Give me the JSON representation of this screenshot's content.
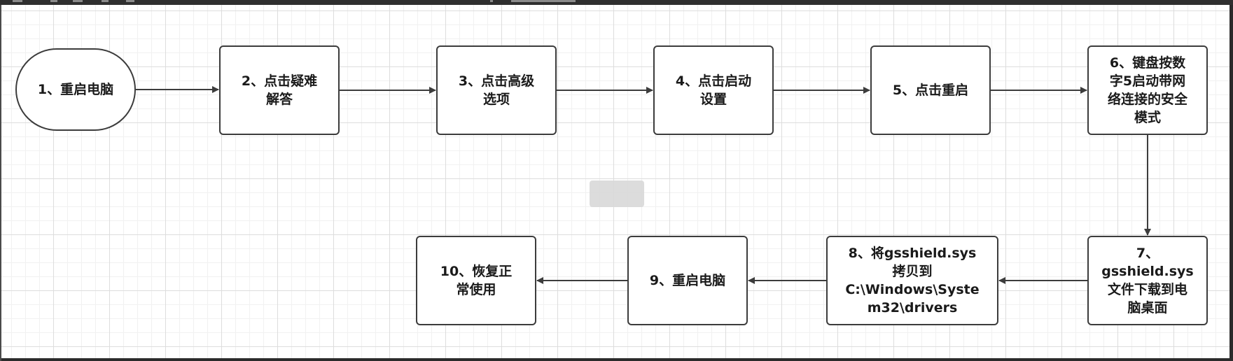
{
  "diagram": {
    "type": "flowchart",
    "nodes": [
      {
        "id": "n1",
        "label": "1、重启电脑",
        "shape": "terminal"
      },
      {
        "id": "n2",
        "label": "2、点击疑难\n解答",
        "shape": "process"
      },
      {
        "id": "n3",
        "label": "3、点击高级\n选项",
        "shape": "process"
      },
      {
        "id": "n4",
        "label": "4、点击启动\n设置",
        "shape": "process"
      },
      {
        "id": "n5",
        "label": "5、点击重启",
        "shape": "process"
      },
      {
        "id": "n6",
        "label": "6、键盘按数\n字5启动带网\n络连接的安全\n模式",
        "shape": "process"
      },
      {
        "id": "n7",
        "label": "7、\ngsshield.sys\n文件下载到电\n脑桌面",
        "shape": "process"
      },
      {
        "id": "n8",
        "label": "8、将gsshield.sys\n拷贝到\nC:\\Windows\\Syste\nm32\\drivers",
        "shape": "process"
      },
      {
        "id": "n9",
        "label": "9、重启电脑",
        "shape": "process"
      },
      {
        "id": "n10",
        "label": "10、恢复正\n常使用",
        "shape": "process"
      }
    ],
    "edges": [
      {
        "from": "n1",
        "to": "n2"
      },
      {
        "from": "n2",
        "to": "n3"
      },
      {
        "from": "n3",
        "to": "n4"
      },
      {
        "from": "n4",
        "to": "n5"
      },
      {
        "from": "n5",
        "to": "n6"
      },
      {
        "from": "n6",
        "to": "n7"
      },
      {
        "from": "n7",
        "to": "n8"
      },
      {
        "from": "n8",
        "to": "n9"
      },
      {
        "from": "n9",
        "to": "n10"
      }
    ]
  },
  "colors": {
    "stroke": "#3c3c3c",
    "grid": "#dddddd",
    "background": "#ffffff"
  }
}
